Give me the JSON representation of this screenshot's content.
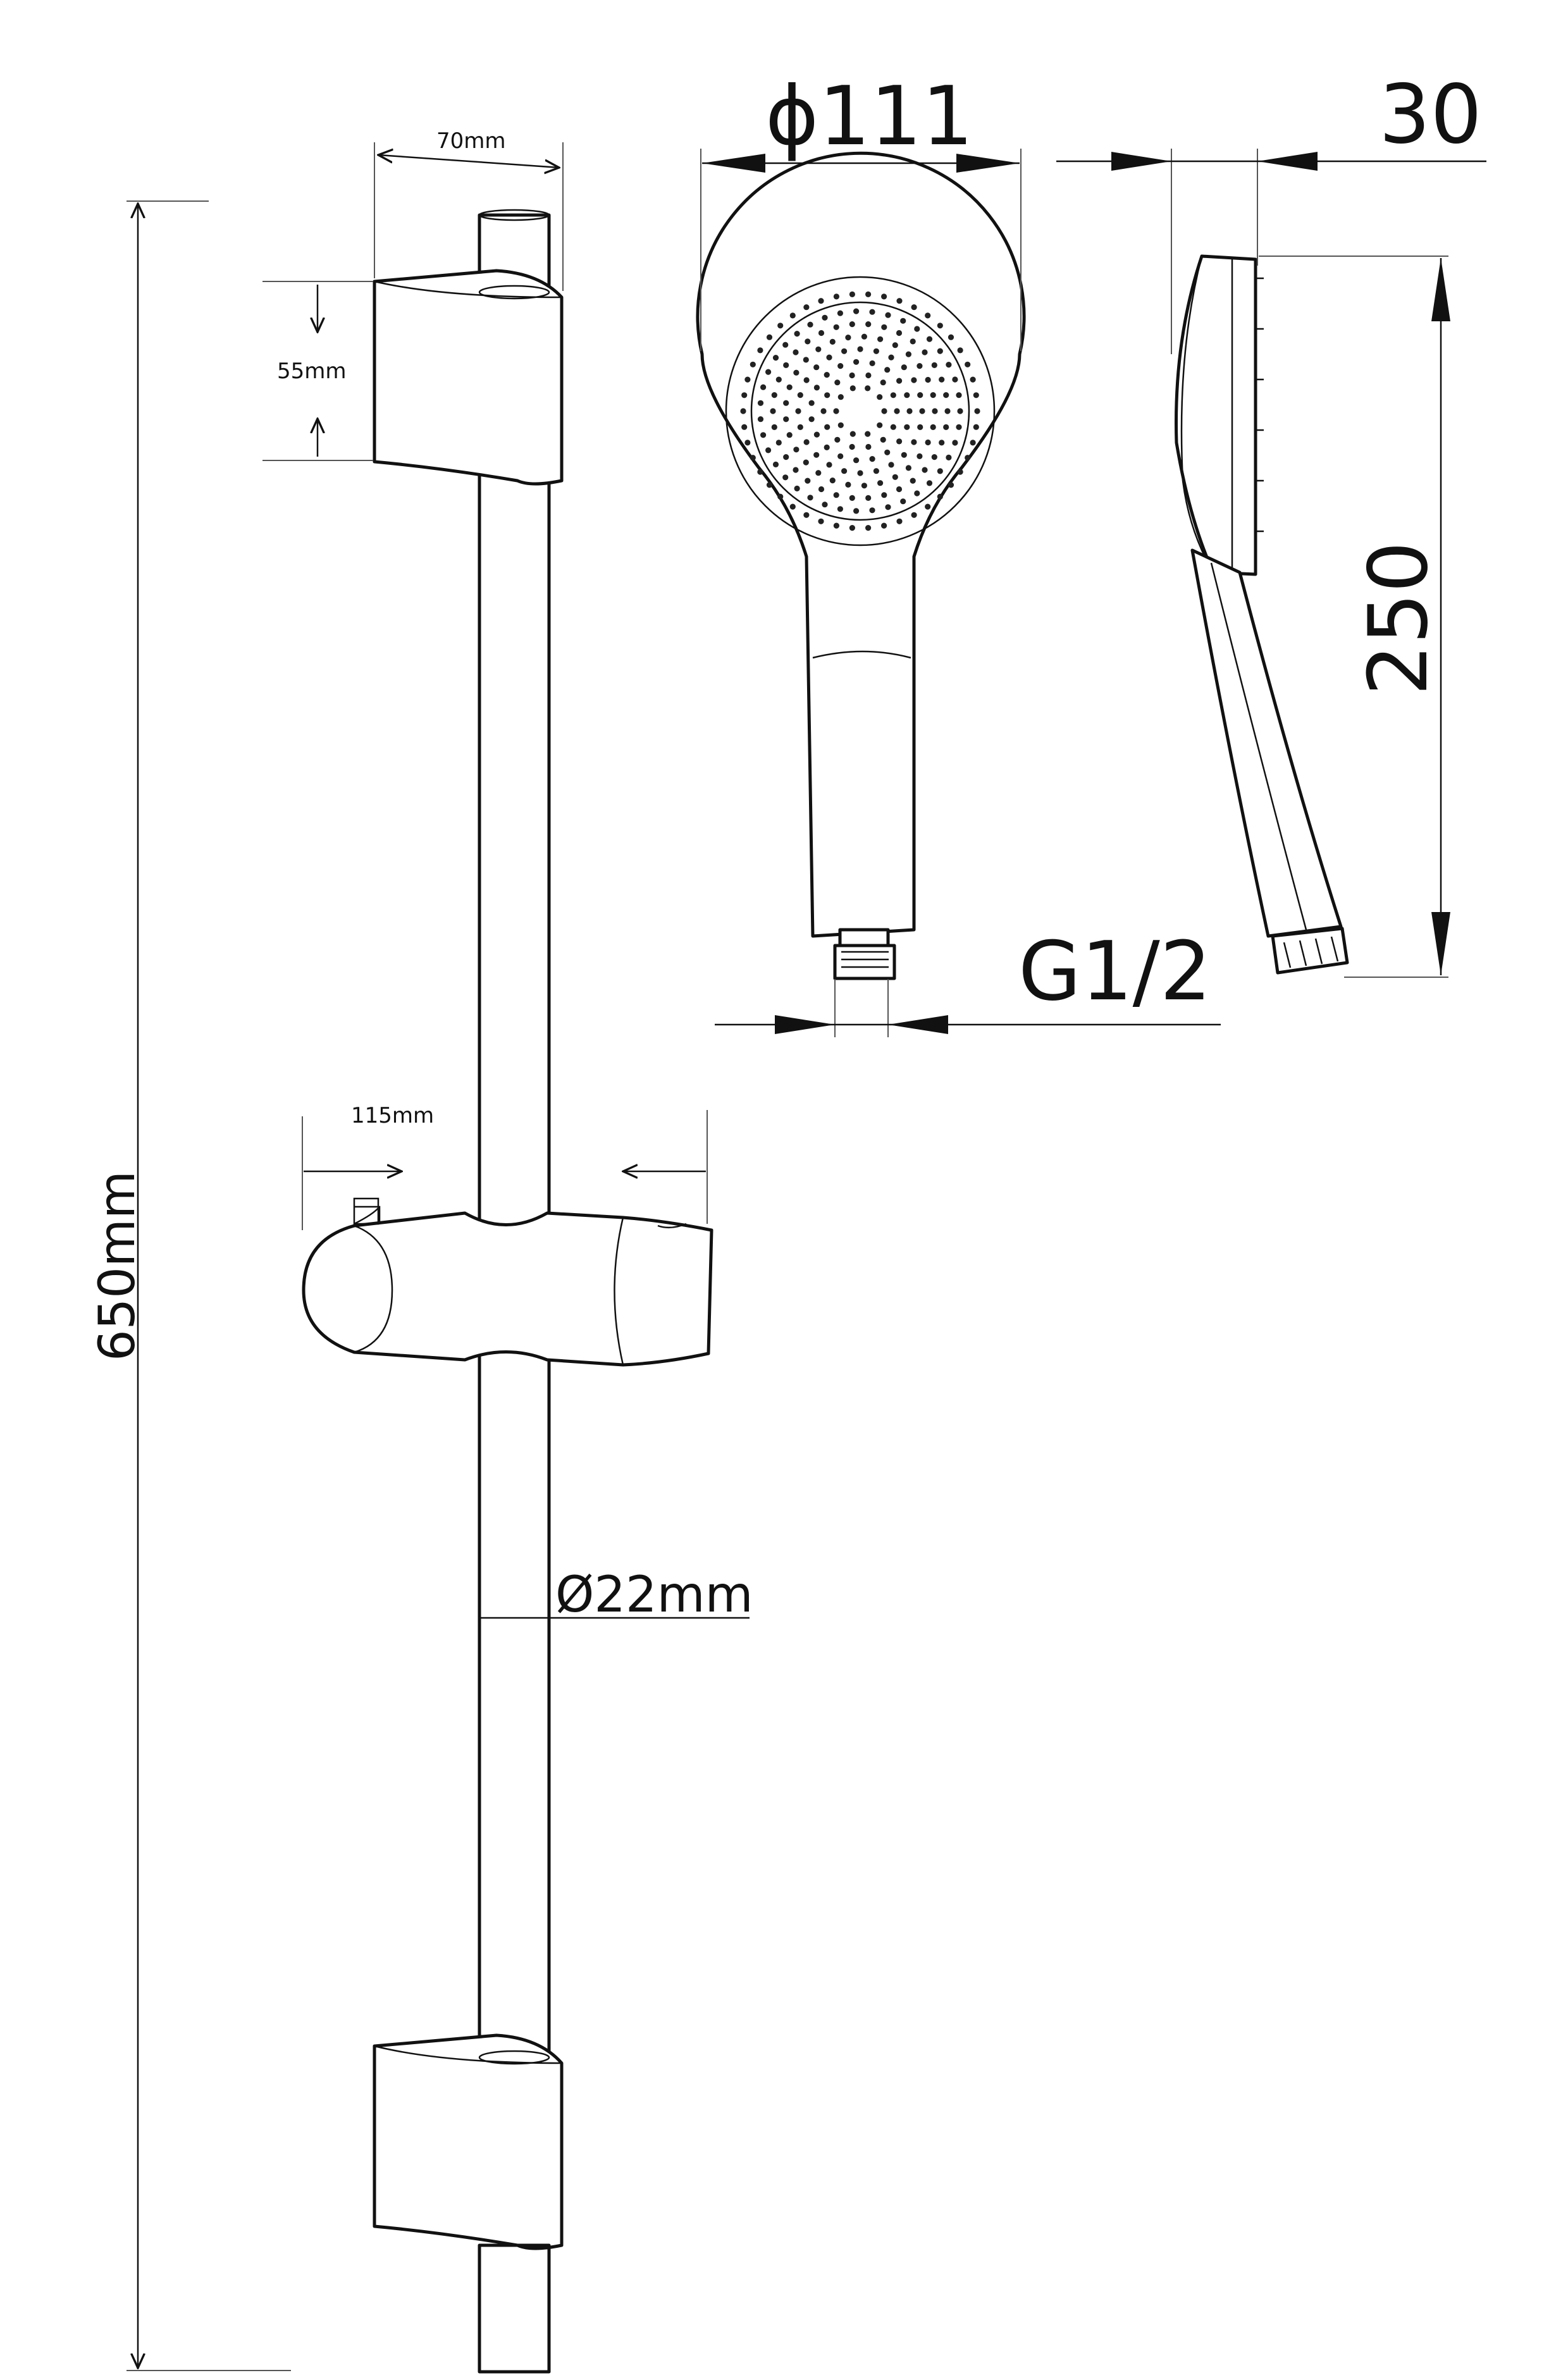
{
  "dimensions": {
    "bracket_width": "70mm",
    "bracket_height": "55mm",
    "holder_width": "115mm",
    "rail_length": "650mm",
    "rail_diameter": "Ø22mm",
    "head_diameter": "ϕ111",
    "head_thickness": "30",
    "handset_length": "250",
    "thread": "G1/2"
  }
}
